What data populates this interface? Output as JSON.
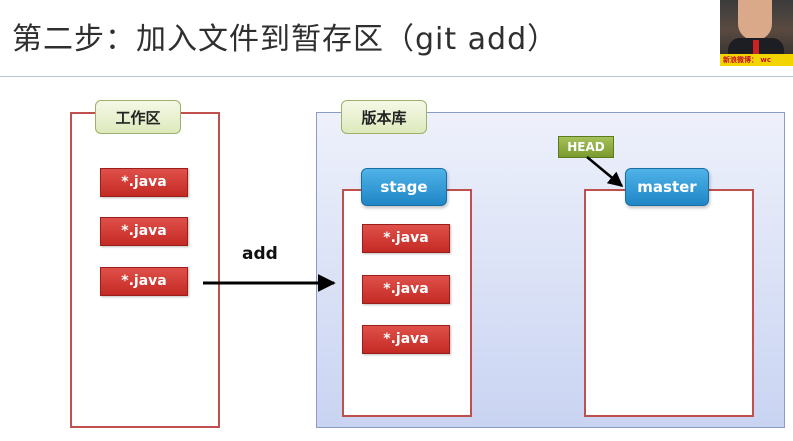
{
  "title": "第二步：加入文件到暂存区（git add）",
  "webcam_caption": "新浪微博： wc",
  "workspace": {
    "label": "工作区",
    "files": [
      "*.java",
      "*.java",
      "*.java"
    ]
  },
  "repository": {
    "label": "版本库",
    "stage": {
      "label": "stage",
      "files": [
        "*.java",
        "*.java",
        "*.java"
      ]
    },
    "head_label": "HEAD",
    "master_label": "master"
  },
  "arrow_label": "add",
  "colors": {
    "box_border": "#c0504d",
    "file_chip": "#c42a24",
    "blue_tag": "#1f86c6",
    "green_tag": "#dde9bc",
    "repo_bg": "#c9d4f2"
  }
}
